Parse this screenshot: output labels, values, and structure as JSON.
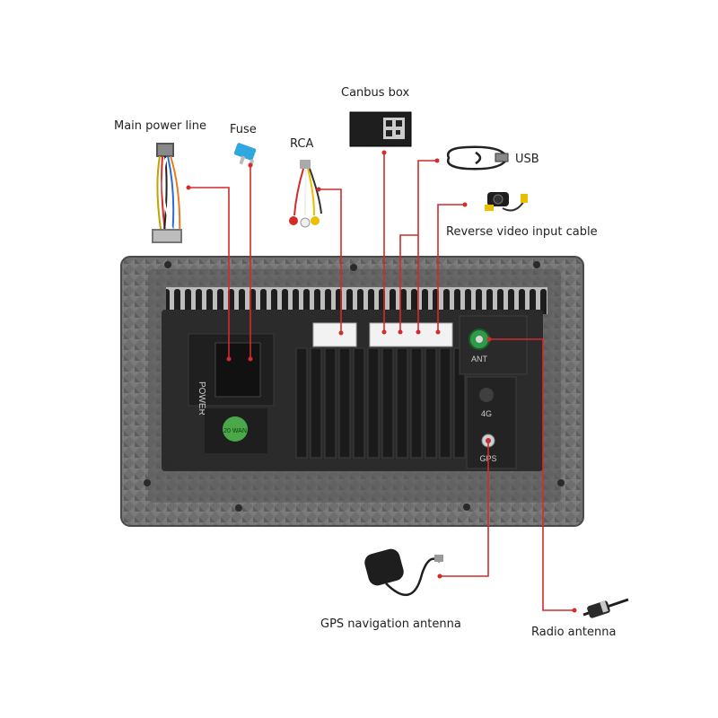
{
  "labels": {
    "main_power_line": "Main power line",
    "fuse": "Fuse",
    "rca": "RCA",
    "canbus_box": "Canbus box",
    "usb": "USB",
    "reverse_video": "Reverse video input cable",
    "gps_antenna": "GPS navigation antenna",
    "radio_antenna": "Radio antenna"
  },
  "unit": {
    "power_text": "POWER",
    "ant_text": "ANT",
    "fourg_text": "4G",
    "gps_text": "GPS",
    "sticker_text": "20 WAN"
  },
  "colors": {
    "leader_line": "#d42a2a",
    "chassis": "#6f6f6f",
    "inner_back": "#2a2a2a",
    "connector_white": "#f4f4f4",
    "ant_green": "#2f9a4a"
  }
}
